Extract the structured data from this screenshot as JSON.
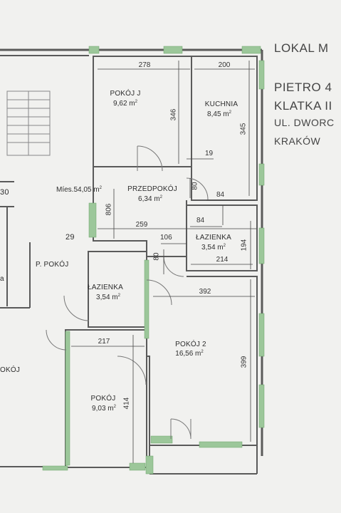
{
  "info": {
    "title": "LOKAL M",
    "floor": "PIETRO 4",
    "stair": "KLATKA II",
    "street": "UL. DWORC",
    "city": "KRAKÓW"
  },
  "summary": {
    "total": "Míes.54,05",
    "unit": "m",
    "exp": "2"
  },
  "rooms": {
    "pokoj_j": {
      "name": "POKÓJ J",
      "area": "9,62 m",
      "exp": "2"
    },
    "kuchnia": {
      "name": "KUCHNIA",
      "area": "8,45 m",
      "exp": "2"
    },
    "przedpokoj": {
      "name": "PRZEDPOKÓJ",
      "area": "6,34 m",
      "exp": "2"
    },
    "lazienka_right": {
      "name": "ŁAZIENKA",
      "area": "3,54 m",
      "exp": "2"
    },
    "lazienka_left": {
      "name": "ŁAZIENKA",
      "area": "3,54 m",
      "exp": "2"
    },
    "pokoj_2": {
      "name": "POKÓJ 2",
      "area": "16,56 m",
      "exp": "2"
    },
    "pokoj_small": {
      "name": "POKÓJ",
      "area": "9,03 m",
      "exp": "2"
    }
  },
  "neighbours": {
    "n30": "30",
    "n29": "29",
    "p_pokoj": "P. POKÓJ",
    "a": "a",
    "okoj": "OKÓJ"
  },
  "dims": {
    "d278": "278",
    "d200": "200",
    "d346": "346",
    "d345": "345",
    "d19": "19",
    "d80a": "80",
    "d84a": "84",
    "d806": "806",
    "d259": "259",
    "d84b": "84",
    "d106": "106",
    "d194": "194",
    "d80b": "80",
    "d214": "214",
    "d392": "392",
    "d217": "217",
    "d399": "399",
    "d414": "414"
  },
  "colors": {
    "wall": "#555555",
    "window": "#9cc79a",
    "paper": "#f1f1ef",
    "dimline": "#444444"
  }
}
